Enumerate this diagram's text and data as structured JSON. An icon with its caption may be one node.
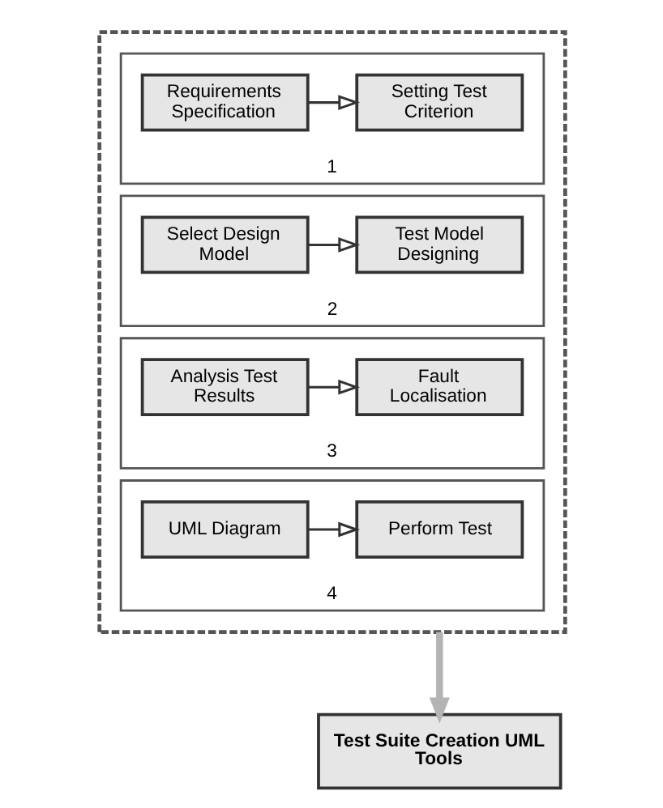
{
  "diagram": {
    "nodes": [
      {
        "text": [],
        "shape": "box"
      },
      {
        "text": [
          "1"
        ],
        "in": 0
      },
      {
        "text": [
          "Requirements Specification"
        ],
        "in": 1
      },
      {
        "text": [
          "Setting Test Criterion"
        ],
        "in": 1
      },
      {
        "text": [
          "2"
        ],
        "in": 0
      },
      {
        "text": [
          "Select Design Model"
        ],
        "in": 4
      },
      {
        "text": [
          "Test Model Designing"
        ],
        "in": 4
      },
      {
        "text": [
          "3"
        ],
        "in": 0
      },
      {
        "text": [
          "Analysis Test Results"
        ],
        "in": 7
      },
      {
        "text": [
          "Fault Localisation"
        ],
        "in": 7
      },
      {
        "text": [
          "4"
        ],
        "in": 0
      },
      {
        "text": [
          "UML Diagram"
        ],
        "in": 10
      },
      {
        "text": [
          "Perform Test"
        ],
        "in": 10
      },
      {
        "text": [
          "Test Suite Creation UML Tools"
        ]
      }
    ],
    "edges": [
      {
        "from": 2,
        "to": 3,
        "arrow": "to"
      },
      {
        "from": 5,
        "to": 6,
        "arrow": "to"
      },
      {
        "from": 8,
        "to": 9,
        "arrow": "to"
      },
      {
        "from": 11,
        "to": 12,
        "arrow": "to"
      },
      {
        "from": 0,
        "to": 13,
        "arrow": "to",
        "style": "thick",
        "color": "#b4b4b4"
      }
    ]
  }
}
